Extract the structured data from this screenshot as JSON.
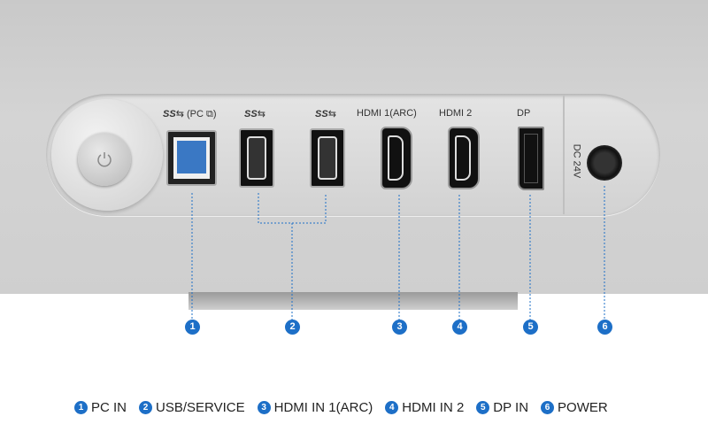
{
  "port_labels": {
    "usb_b": "(PC",
    "hdmi1": "HDMI 1(ARC)",
    "hdmi2": "HDMI 2",
    "dp": "DP",
    "dc": "DC 24V",
    "ss": "SS"
  },
  "callouts": [
    "1",
    "2",
    "3",
    "4",
    "5",
    "6"
  ],
  "legend": [
    {
      "num": "1",
      "label": "PC IN"
    },
    {
      "num": "2",
      "label": "USB/SERVICE"
    },
    {
      "num": "3",
      "label": "HDMI IN 1(ARC)"
    },
    {
      "num": "4",
      "label": "HDMI IN 2"
    },
    {
      "num": "5",
      "label": "DP IN"
    },
    {
      "num": "6",
      "label": "POWER"
    }
  ],
  "colors": {
    "accent": "#1d6fc7",
    "usb_b": "#3a78c4"
  }
}
